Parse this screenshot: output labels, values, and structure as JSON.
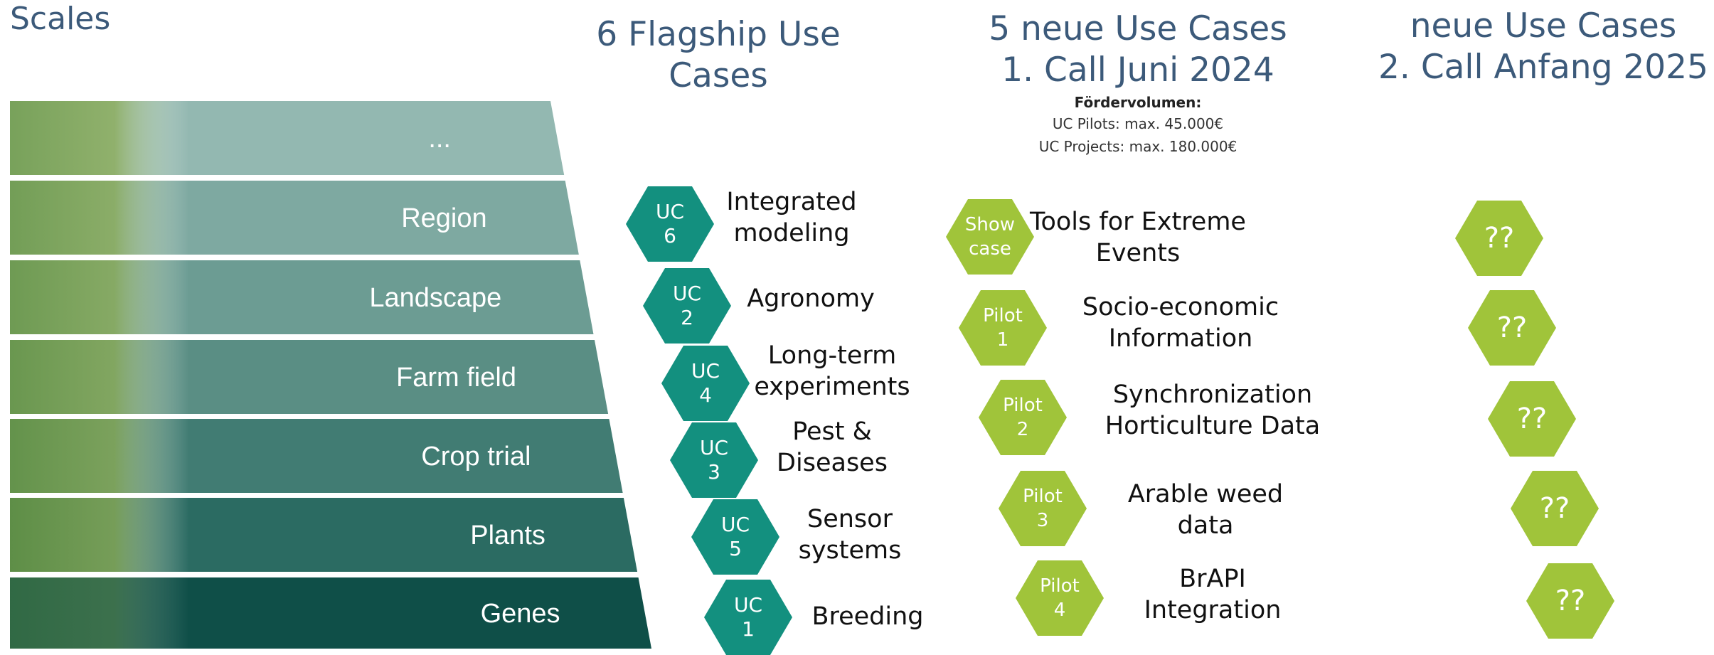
{
  "headings": {
    "scales": "Scales",
    "flagship": "6 Flagship Use Cases",
    "call1_line1": "5 neue Use Cases",
    "call1_line2": "1. Call Juni 2024",
    "call2_line1": "neue Use Cases",
    "call2_line2": "2. Call Anfang 2025"
  },
  "funding": {
    "title": "Fördervolumen:",
    "pilots": "UC Pilots: max. 45.000€",
    "projects": "UC Projects: max. 180.000€"
  },
  "pyramid_layers": [
    "...",
    "Region",
    "Landscape",
    "Farm field",
    "Crop trial",
    "Plants",
    "Genes"
  ],
  "flagship_use_cases": [
    {
      "badge_line1": "UC",
      "badge_line2": "6",
      "text_line1": "Integrated",
      "text_line2": "modeling"
    },
    {
      "badge_line1": "UC",
      "badge_line2": "2",
      "text_line1": "Agronomy",
      "text_line2": ""
    },
    {
      "badge_line1": "UC",
      "badge_line2": "4",
      "text_line1": "Long-term",
      "text_line2": "experiments"
    },
    {
      "badge_line1": "UC",
      "badge_line2": "3",
      "text_line1": "Pest &",
      "text_line2": "Diseases"
    },
    {
      "badge_line1": "UC",
      "badge_line2": "5",
      "text_line1": "Sensor",
      "text_line2": "systems"
    },
    {
      "badge_line1": "UC",
      "badge_line2": "1",
      "text_line1": "Breeding",
      "text_line2": ""
    }
  ],
  "call1_use_cases": [
    {
      "badge_line1": "Show",
      "badge_line2": "case",
      "text_line1": "Tools for Extreme",
      "text_line2": "Events"
    },
    {
      "badge_line1": "Pilot",
      "badge_line2": "1",
      "text_line1": "Socio-economic",
      "text_line2": "Information"
    },
    {
      "badge_line1": "Pilot",
      "badge_line2": "2",
      "text_line1": "Synchronization",
      "text_line2": "Horticulture Data"
    },
    {
      "badge_line1": "Pilot",
      "badge_line2": "3",
      "text_line1": "Arable weed",
      "text_line2": "data"
    },
    {
      "badge_line1": "Pilot",
      "badge_line2": "4",
      "text_line1": "BrAPI",
      "text_line2": "Integration"
    }
  ],
  "call2_use_cases": [
    "??",
    "??",
    "??",
    "??",
    "??"
  ],
  "colors": {
    "heading": "#3c5a7a",
    "flagship_hex": "#13907f",
    "pilot_hex": "#a0c43a",
    "pyramid_top": "#8fb3ad",
    "pyramid_bottom": "#0e4f48"
  }
}
